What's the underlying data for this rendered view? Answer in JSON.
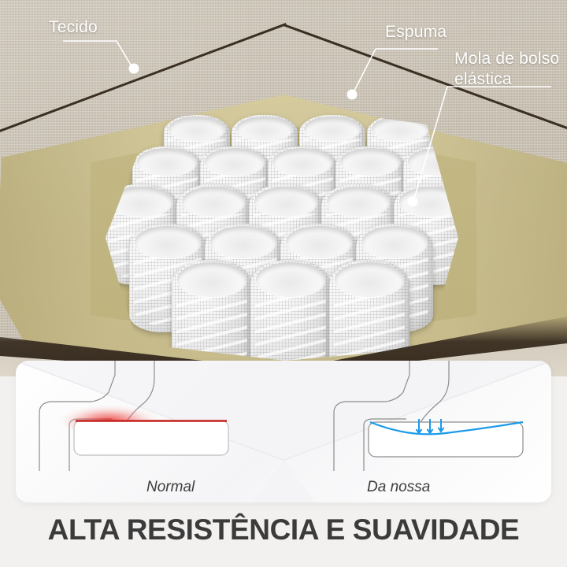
{
  "labels": {
    "fabric": "Tecido",
    "foam": "Espuma",
    "spring": "Mola de bolso\nelástica"
  },
  "comparison": {
    "left_caption": "Normal",
    "right_caption": "Da nossa"
  },
  "headline": "ALTA RESISTÊNCIA E SUAVIDADE",
  "colors": {
    "fabric": "#cbc2b3",
    "foam": "#cdc294",
    "spring": "#f1f1f1",
    "edge_dark": "#3a2e22",
    "pressure_red": "#e02a2a",
    "support_blue": "#1b9ae8",
    "headline_text": "#3b3b3b",
    "label_text": "#ffffff",
    "card_bg": "#ffffff",
    "page_bg": "#f2f1ef"
  }
}
